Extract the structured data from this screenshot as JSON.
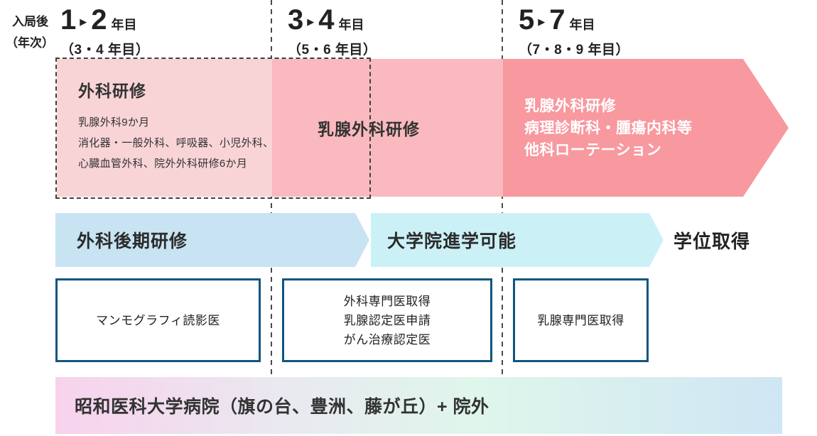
{
  "colors": {
    "pink-light": "#f9d4d7",
    "pink-mid": "#f9b9be",
    "pink-dark": "#f8989f",
    "blue-light": "#c8e4f2",
    "cyan-light": "#cbf1f7",
    "box-border": "#0e567f",
    "text-dark": "#222222",
    "text-white": "#ffffff",
    "dash-gray": "#4a4a4a",
    "grad-pink": "#f8d2ed",
    "grad-lavender": "#e9e9f0",
    "grad-mint": "#dff6eb",
    "grad-blue": "#cfe6f4"
  },
  "timeline": {
    "axis_label_line1": "入局後",
    "axis_label_line2": "（年次）",
    "range_separator": "▶",
    "periods": [
      {
        "num_from": "1",
        "num_to": "2",
        "unit": "年目",
        "sub": "（3・4 年目）"
      },
      {
        "num_from": "3",
        "num_to": "4",
        "unit": "年目",
        "sub": "（5・6 年目）"
      },
      {
        "num_from": "5",
        "num_to": "7",
        "unit": "年目",
        "sub": "（7・8・9 年目）"
      }
    ]
  },
  "surgical_band": {
    "training_box": {
      "title": "外科研修",
      "lines": [
        "乳腺外科9か月",
        "消化器・一般外科、呼吸器、小児外科、",
        "心臓血管外科、院外外科研修6か月"
      ]
    },
    "mid_label": "乳腺外科研修",
    "arrow_lines": [
      "乳腺外科研修",
      "病理診断科・腫瘍内科等",
      "他科ローテーション"
    ]
  },
  "career_band": {
    "arrow1_label": "外科後期研修",
    "arrow2_label": "大学院進学可能",
    "end_label": "学位取得"
  },
  "certifications": [
    {
      "lines": [
        "マンモグラフィ読影医"
      ]
    },
    {
      "lines": [
        "外科専門医取得",
        "乳腺認定医申請",
        "がん治療認定医"
      ]
    },
    {
      "lines": [
        "乳腺専門医取得"
      ]
    }
  ],
  "hospital_band": {
    "label": "昭和医科大学病院（旗の台、豊洲、藤が丘）+ 院外"
  }
}
